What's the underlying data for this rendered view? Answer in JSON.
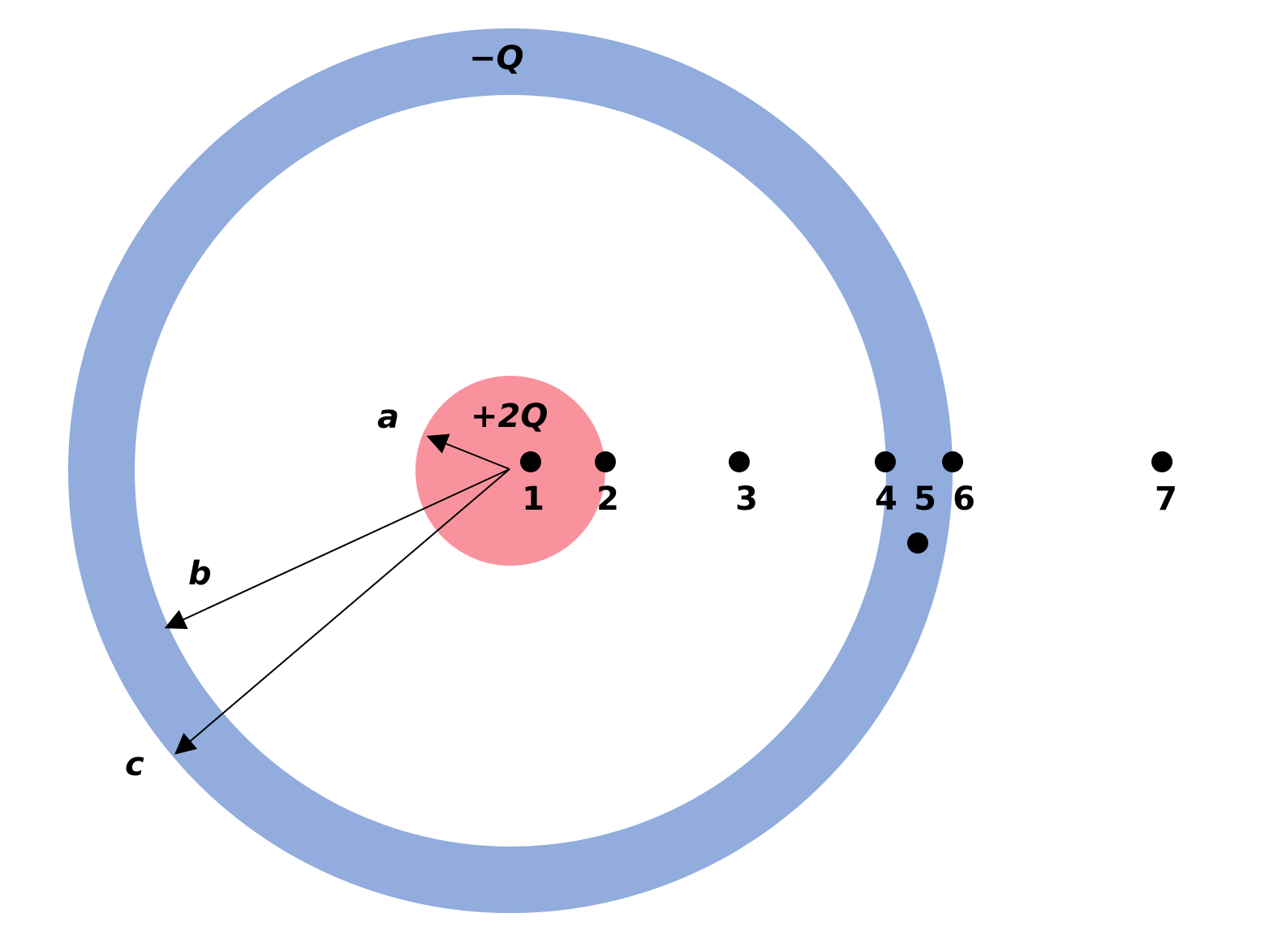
{
  "colors": {
    "shell": "#91acdd",
    "sphere": "#f8939e",
    "ink": "#000000",
    "background": "#ffffff"
  },
  "charges": {
    "shell": "−Q",
    "sphere": "+2Q"
  },
  "radii": {
    "a": "a",
    "b": "b",
    "c": "c"
  },
  "points": {
    "p1": "1",
    "p2": "2",
    "p3": "3",
    "p4": "4",
    "p5": "5",
    "p6": "6",
    "p7": "7"
  }
}
